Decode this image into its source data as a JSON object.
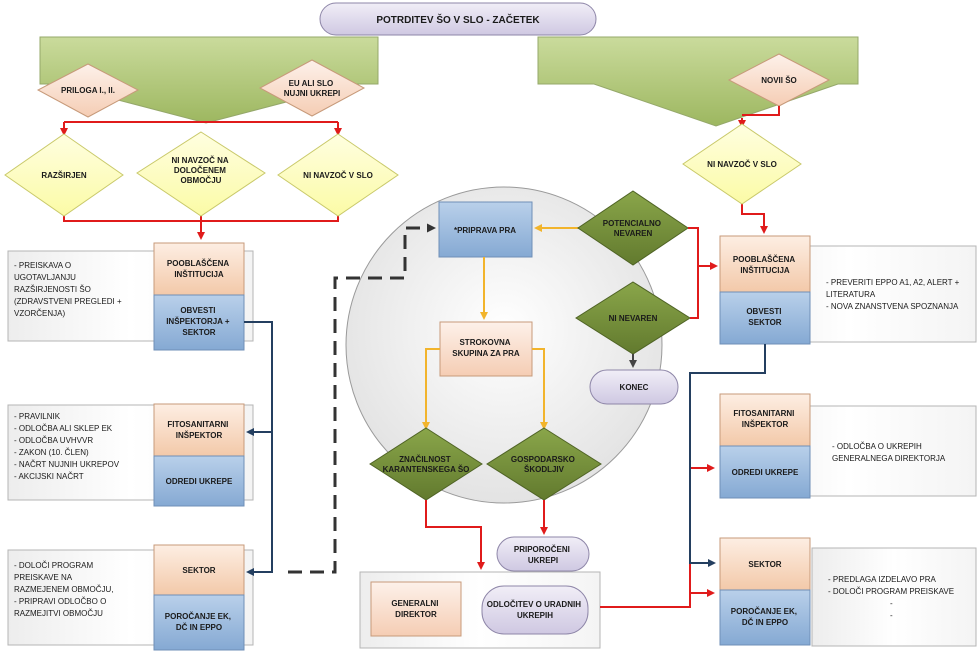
{
  "title": "POTRDITEV ŠO V SLO - ZAČETEK",
  "left_entry": {
    "priloga": "PRILOGA I., II.",
    "eu_slo": [
      "EU ALI SLO",
      "NUJNI UKREPI"
    ]
  },
  "right_entry": {
    "novi": "NOVII ŠO"
  },
  "decisions": {
    "razsirjen": "RAZŠIRJEN",
    "ni_navzoc_obmocje": [
      "NI NAVZOČ NA",
      "DOLOČENEM",
      "OBMOČJU"
    ],
    "ni_navzoc_slo_left": "NI NAVZOČ V SLO",
    "ni_navzoc_slo_right": "NI NAVZOČ V SLO",
    "potencialno": [
      "POTENCIALNO",
      "NEVAREN"
    ],
    "ni_nevaren": "NI NEVAREN",
    "karantenski": [
      "ZNAČILNOST",
      "KARANTENSKEGA ŠO"
    ],
    "gospodarsko": [
      "GOSPODARSKO",
      "ŠKODLJIV"
    ]
  },
  "left_blocks": [
    {
      "top": [
        "POOBLAŠČENA",
        "INŠTITUCIJA"
      ],
      "bottom": [
        "OBVESTI",
        "INŠPEKTORJA +",
        "SEKTOR"
      ],
      "notes": [
        "- PREISKAVA O",
        "UGOTAVLJANJU",
        "RAZŠIRJENOSTI ŠO",
        "(ZDRAVSTVENI PREGLEDI +",
        "VZORČENJA)"
      ]
    },
    {
      "top": [
        "FITOSANITARNI",
        "INŠPEKTOR"
      ],
      "bottom": [
        "ODREDI UKREPE"
      ],
      "notes": [
        "- PRAVILNIK",
        "- ODLOČBA ALI SKLEP EK",
        "- ODLOČBA UVHVVR",
        "- ZAKON (10. ČLEN)",
        "- NAČRT NUJNIH UKREPOV",
        "- AKCIJSKI NAČRT"
      ]
    },
    {
      "top": [
        "SEKTOR"
      ],
      "bottom": [
        "POROČANJE EK,",
        "DČ IN EPPO"
      ],
      "notes": [
        "- DOLOČI PROGRAM",
        "PREISKAVE NA",
        "RAZMEJENEM OBMOČJU,",
        "- PRIPRAVI ODLOČBO O",
        "RAZMEJITVI OBMOČJU"
      ]
    }
  ],
  "right_blocks": [
    {
      "top": [
        "POOBLAŠČENA",
        "INŠTITUCIJA"
      ],
      "bottom": [
        "OBVESTI",
        "SEKTOR"
      ],
      "notes": [
        "- PREVERITI EPPO A1, A2, ALERT +",
        "LITERATURA",
        "- NOVA ZNANSTVENA SPOZNANJA"
      ]
    },
    {
      "top": [
        "FITOSANITARNI",
        "INŠPEKTOR"
      ],
      "bottom": [
        "ODREDI UKREPE"
      ],
      "notes": [
        "- ODLOČBA O UKREPIH",
        "GENERALNEGA DIREKTORJA"
      ]
    },
    {
      "top": [
        "SEKTOR"
      ],
      "bottom": [
        "POROČANJE EK,",
        "DČ IN EPPO"
      ],
      "notes": [
        "- PREDLAGA IZDELAVO PRA",
        "- DOLOČI PROGRAM PREISKAVE",
        "-",
        "-"
      ]
    }
  ],
  "center": {
    "priprava": "*PRIPRAVA PRA",
    "strokovna": [
      "STROKOVNA",
      "SKUPINA ZA PRA"
    ],
    "konec": "KONEC",
    "priporoceni": [
      "PRIPOROČENI",
      "UKREPI"
    ],
    "generalni": [
      "GENERALNI",
      "DIREKTOR"
    ],
    "odlocitev": [
      "ODLOČITEV O URADNIH",
      "UKREPIH"
    ]
  },
  "colors": {
    "peach": "#f8ddc8",
    "blue": "#9fbedf",
    "green_arrow": "#b3c97a",
    "diamond_yellow": "#fdfdc2",
    "diamond_green": "#77923c",
    "lavender": "#e0dbec",
    "red": "#e01b1b",
    "orange": "#f2b42c",
    "navy": "#243f60"
  }
}
